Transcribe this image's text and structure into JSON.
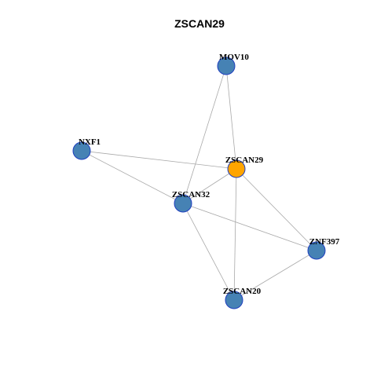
{
  "title": "ZSCAN29",
  "colors": {
    "focus_node": "#FFA500",
    "other_node": "#4682B4",
    "node_border": "#1F3FBF",
    "edge": "#A9A9A9"
  },
  "nodes": [
    {
      "id": "MOV10",
      "label": "MOV10",
      "focus": false
    },
    {
      "id": "NXF1",
      "label": "NXF1",
      "focus": false
    },
    {
      "id": "ZSCAN29",
      "label": "ZSCAN29",
      "focus": true
    },
    {
      "id": "ZSCAN32",
      "label": "ZSCAN32",
      "focus": false
    },
    {
      "id": "ZNF397",
      "label": "ZNF397",
      "focus": false
    },
    {
      "id": "ZSCAN20",
      "label": "ZSCAN20",
      "focus": false
    }
  ],
  "edges": [
    [
      "MOV10",
      "ZSCAN29"
    ],
    [
      "MOV10",
      "ZSCAN32"
    ],
    [
      "NXF1",
      "ZSCAN29"
    ],
    [
      "NXF1",
      "ZSCAN32"
    ],
    [
      "ZSCAN29",
      "ZSCAN32"
    ],
    [
      "ZSCAN29",
      "ZNF397"
    ],
    [
      "ZSCAN29",
      "ZSCAN20"
    ],
    [
      "ZSCAN32",
      "ZNF397"
    ],
    [
      "ZSCAN32",
      "ZSCAN20"
    ],
    [
      "ZNF397",
      "ZSCAN20"
    ]
  ]
}
